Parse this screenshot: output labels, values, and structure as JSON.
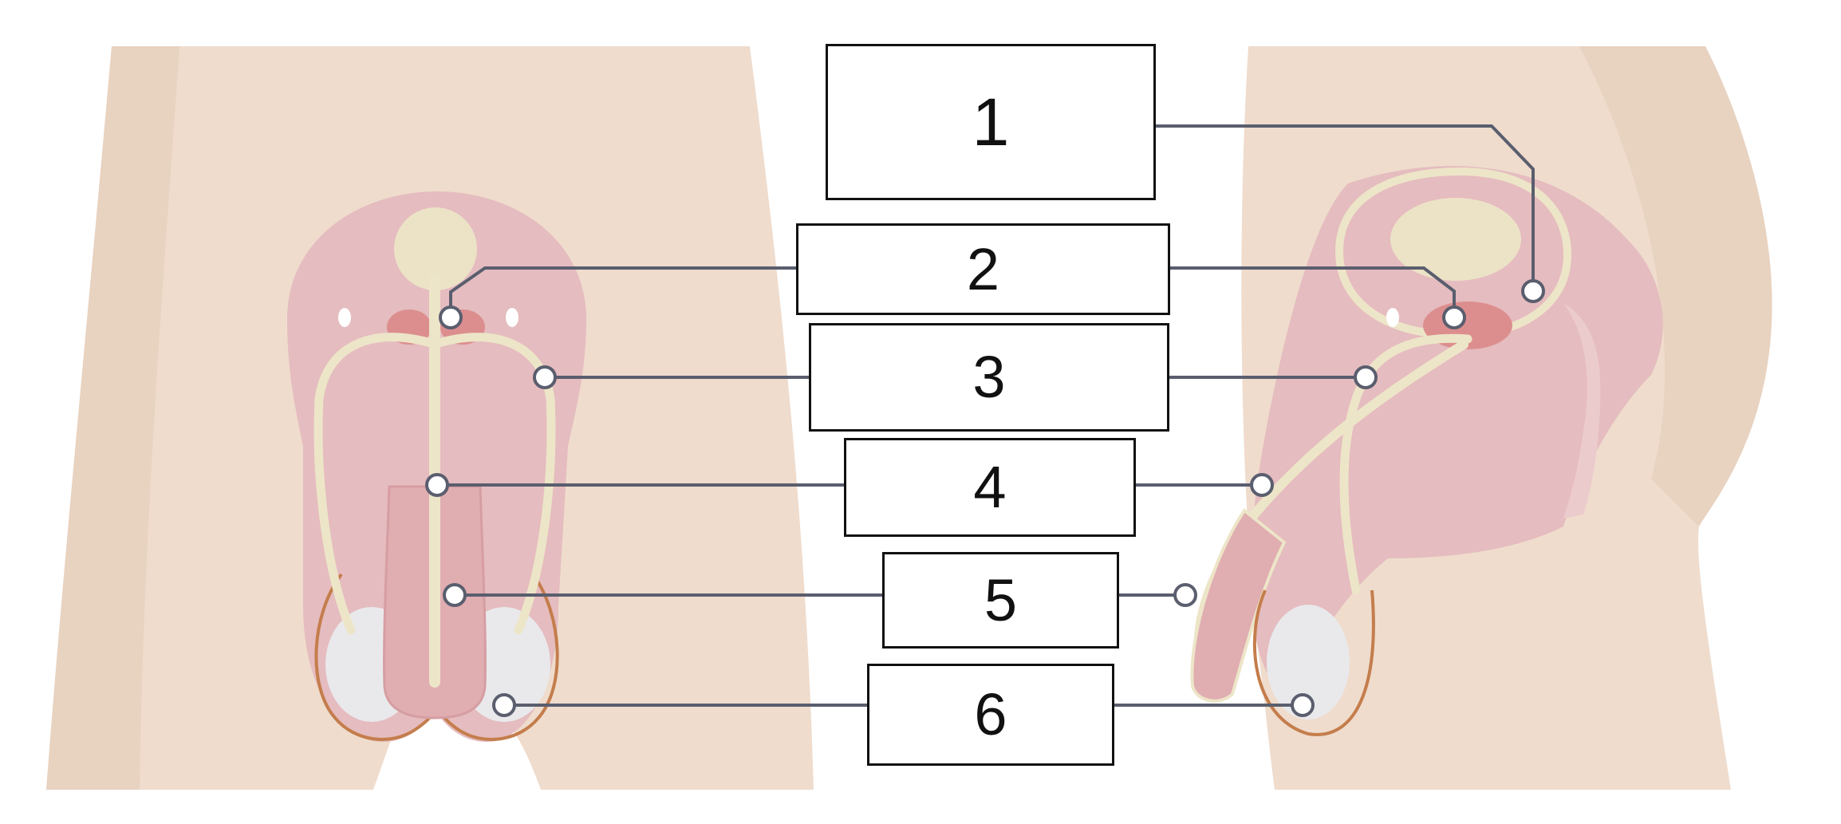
{
  "diagram": {
    "labels": [
      {
        "id": "1",
        "text": "1"
      },
      {
        "id": "2",
        "text": "2"
      },
      {
        "id": "3",
        "text": "3"
      },
      {
        "id": "4",
        "text": "4"
      },
      {
        "id": "5",
        "text": "5"
      },
      {
        "id": "6",
        "text": "6"
      }
    ]
  },
  "colors": {
    "skin": "#efdccd",
    "skin_dark": "#e6cdb9",
    "tissue": "#e5bcbf",
    "tissue_light": "#eccbcc",
    "bladder": "#ece3c7",
    "duct": "#ede5c8",
    "prostate": "#dc8e8e",
    "testis": "#e9e9ec",
    "scrotum_outline": "#c47d4c",
    "leader_line": "#5a5e6e",
    "box_border": "#111111"
  }
}
